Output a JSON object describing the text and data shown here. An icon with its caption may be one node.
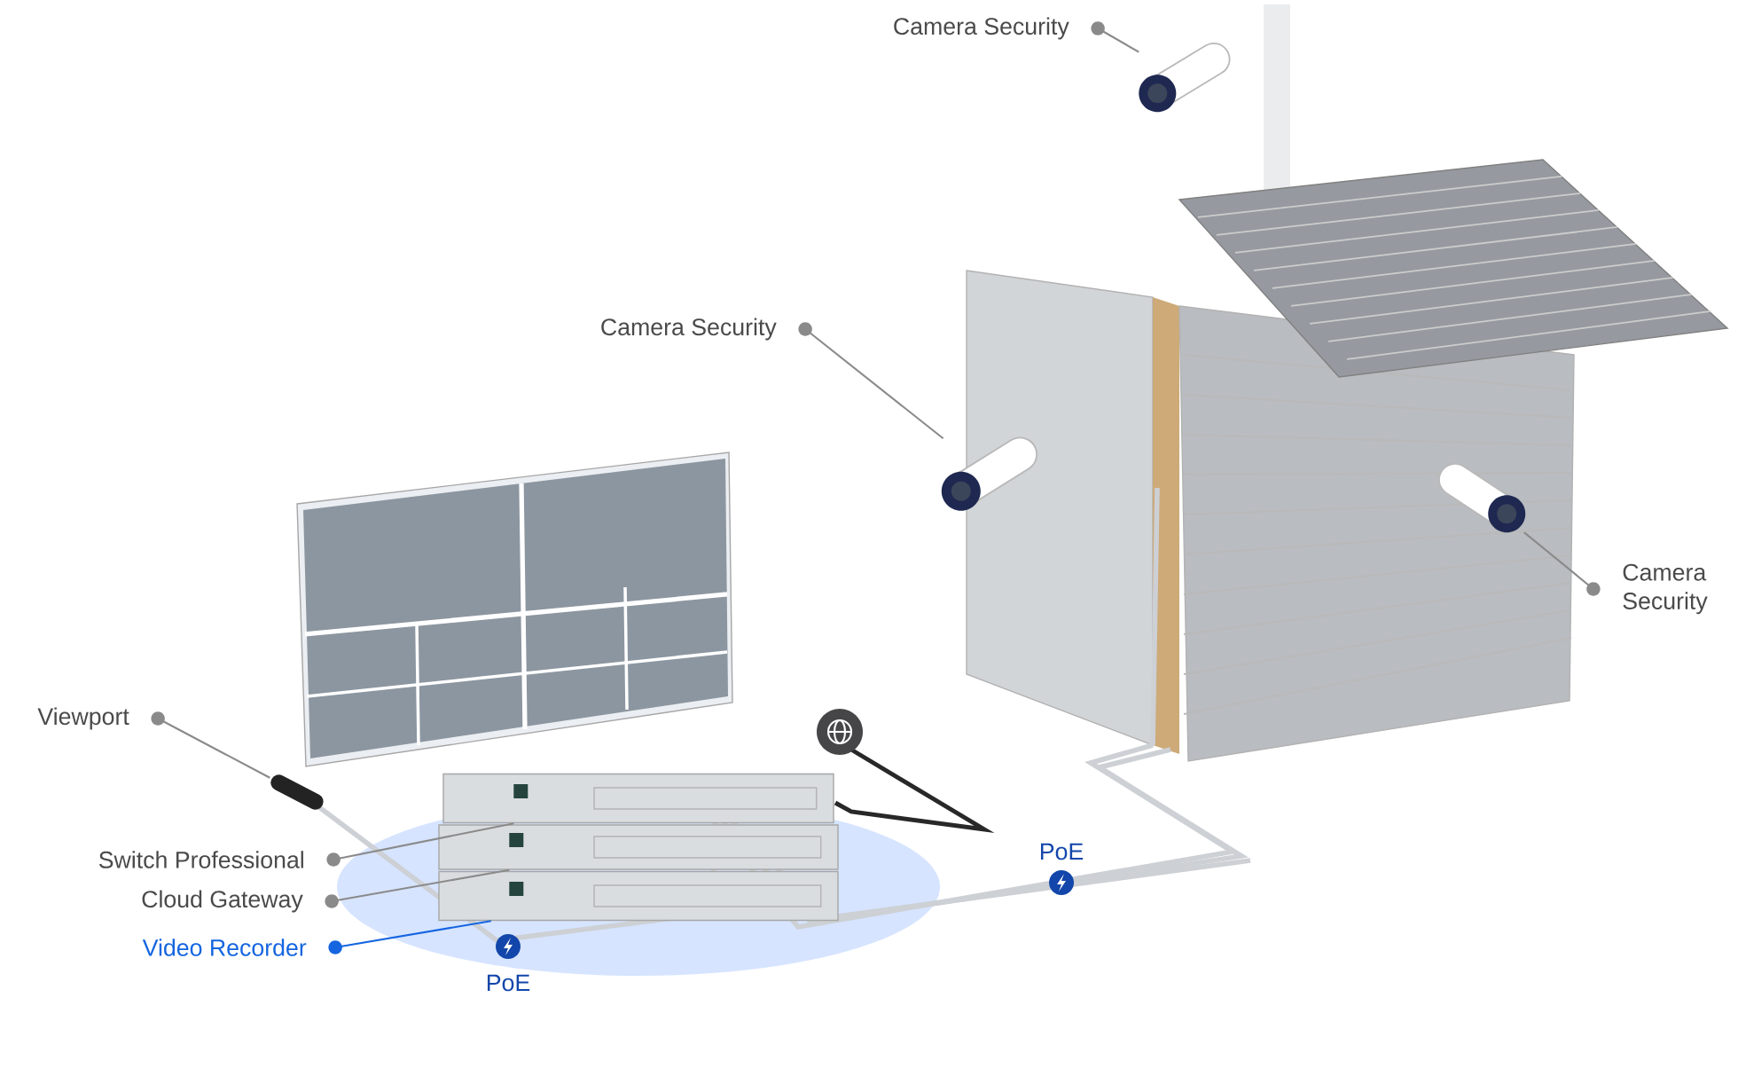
{
  "diagram": {
    "nodes": [
      {
        "text": [
          "Camera Security"
        ]
      },
      {
        "text": [],
        "shape": "picture"
      },
      {
        "text": [
          "Camera Security"
        ]
      },
      {
        "text": [],
        "shape": "picture"
      },
      {
        "text": [
          "Camera Security"
        ]
      },
      {
        "text": [],
        "shape": "picture"
      },
      {
        "text": [
          "Viewport"
        ]
      },
      {
        "text": [],
        "shape": "picture"
      },
      {
        "text": [
          "Switch Professional"
        ]
      },
      {
        "text": [],
        "shape": "picture"
      },
      {
        "text": [
          "Cloud Gateway"
        ]
      },
      {
        "text": [],
        "shape": "picture"
      },
      {
        "text": [
          "Video Recorder"
        ]
      },
      {
        "text": [],
        "shape": "picture"
      }
    ],
    "edges": [
      {
        "from": 0,
        "to": 1,
        "arrow": "other"
      },
      {
        "from": 2,
        "to": 3,
        "arrow": "other"
      },
      {
        "from": 4,
        "to": 5,
        "arrow": "other"
      },
      {
        "from": 6,
        "to": 7,
        "arrow": "other"
      },
      {
        "from": 8,
        "to": 9,
        "arrow": "other"
      },
      {
        "from": 10,
        "to": 11,
        "arrow": "other"
      },
      {
        "from": 12,
        "to": 13,
        "arrow": "other",
        "color": "#1565e0"
      }
    ],
    "labels": [
      "PoE",
      "PoE"
    ]
  }
}
